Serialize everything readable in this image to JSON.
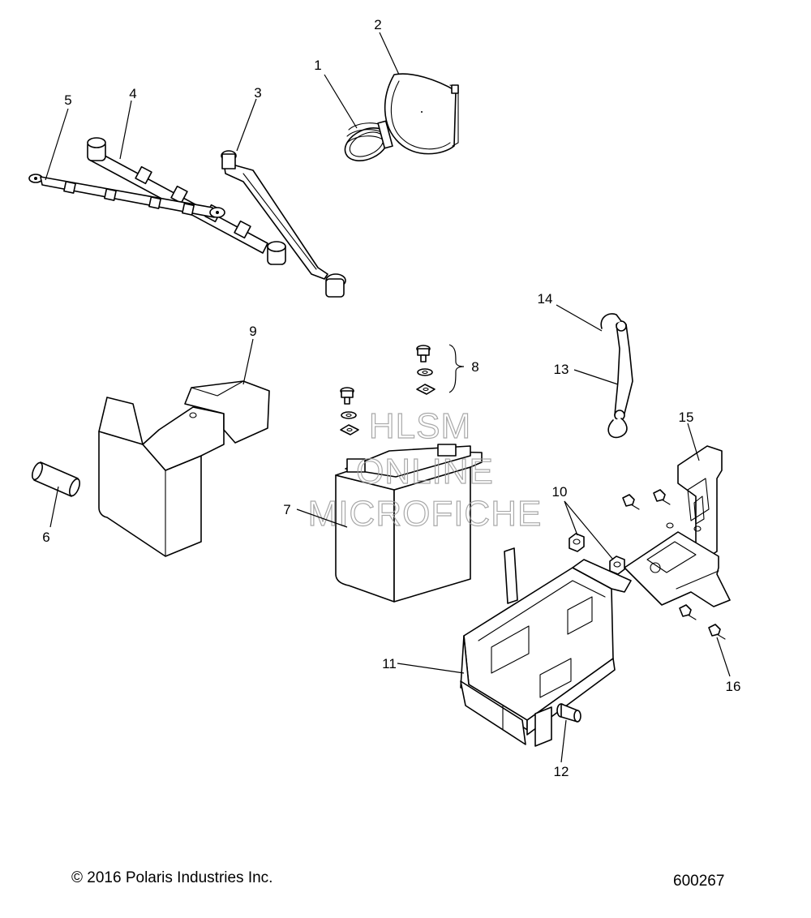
{
  "callouts": [
    "1",
    "2",
    "3",
    "4",
    "5",
    "6",
    "7",
    "8",
    "9",
    "10",
    "11",
    "12",
    "13",
    "14",
    "15",
    "16"
  ],
  "watermark": {
    "line1": "HLSM",
    "line2": "ONLINE",
    "line3": "MICROFICHE"
  },
  "footer": {
    "copyright": "© 2016 Polaris Industries Inc.",
    "diagram_number": "600267"
  }
}
